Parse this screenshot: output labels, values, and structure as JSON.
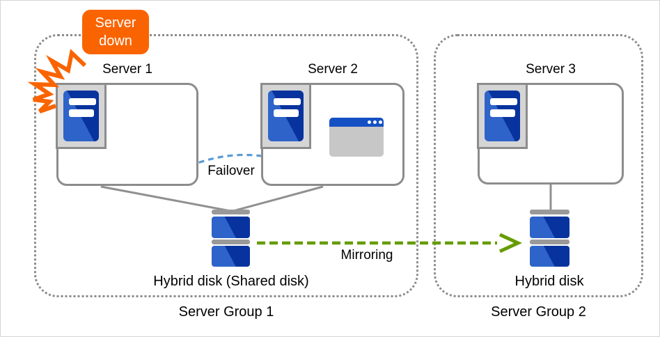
{
  "badge": {
    "label": "Server down"
  },
  "groups": [
    {
      "label": "Server Group 1"
    },
    {
      "label": "Server Group 2"
    }
  ],
  "servers": [
    {
      "label": "Server 1"
    },
    {
      "label": "Server 2"
    },
    {
      "label": "Server 3"
    }
  ],
  "application": {
    "label": "Application"
  },
  "disks": [
    {
      "label": "Hybrid disk (Shared disk)"
    },
    {
      "label": "Hybrid disk"
    }
  ],
  "arrows": {
    "failover": {
      "label": "Failover",
      "color": "#5B9BD5",
      "style": "dashed-arc"
    },
    "mirroring": {
      "label": "Mirroring",
      "color": "#669C00",
      "style": "dashed"
    }
  },
  "colors": {
    "badge_orange": "#FA6400",
    "explosion_orange": "#FA6400",
    "server_blue_light": "#2E63C9",
    "server_blue_dark": "#08339E",
    "app_titlebar_blue": "#1450C4",
    "app_body_gray": "#C7C7C7",
    "box_border_gray": "#8C8C8C",
    "disk_bar_gray": "#999999",
    "connector_gray": "#909090"
  }
}
